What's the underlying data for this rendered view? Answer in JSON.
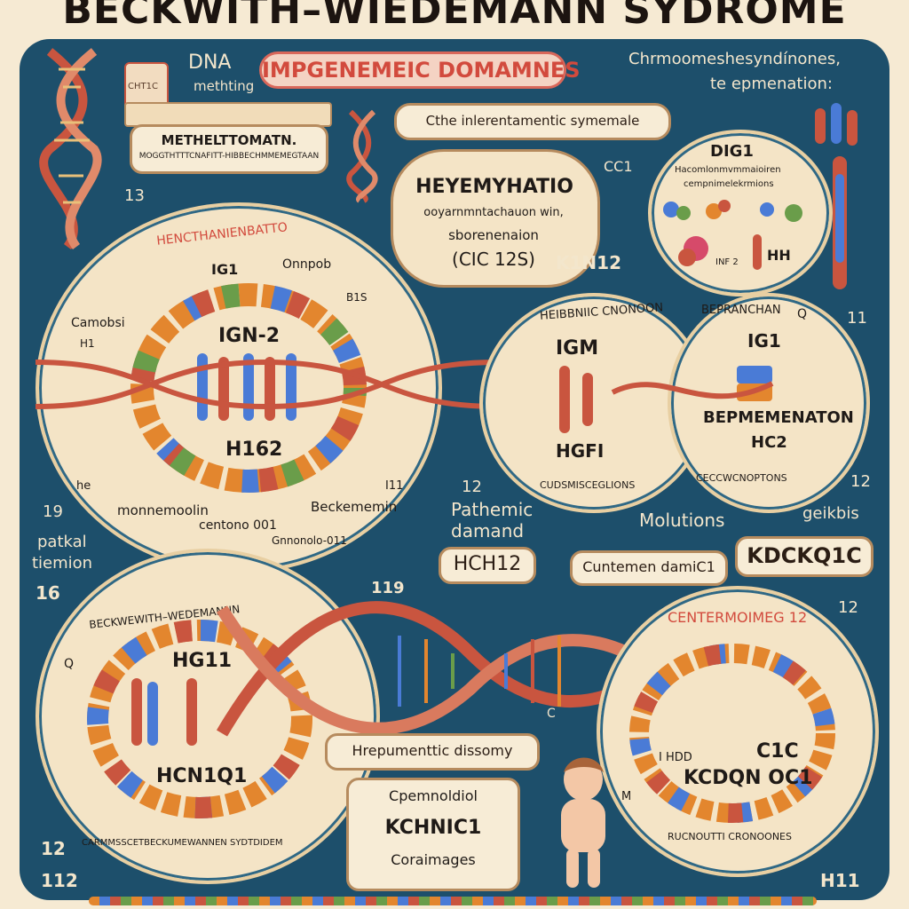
{
  "title": "BECKWITH–WIEDEMANN SYDROME",
  "header": {
    "dna_label": "DNA",
    "dna_sublabel": "methting",
    "pill": "IMPGENEMEIC DOMAMNES",
    "top_right_line1": "Chrmoomeshesyndínones,",
    "top_right_line2": "te epmenation:"
  },
  "top_left": {
    "tag": "CHT1C",
    "box_title": "METHELTTOMATN.",
    "box_sub": "MOGGTHTTTCNAFITT-HIBBECHMMEMEGTAAN"
  },
  "center_top": {
    "banner": "Cthe inlerentamentic symemale",
    "bubble_title": "HEYEMYHATIO",
    "bubble_line1": "ooyarnmntachauon win,",
    "bubble_line2": "sborenenaion",
    "bubble_line3": "(CIC 12S)",
    "cc1": "CC1",
    "kin12": "K1N12"
  },
  "top_right_circle": {
    "title": "DIG1",
    "line1": "Hacomlonmvmmaioiren",
    "line2": "cempnimelekrmions",
    "hh": "HH",
    "inf2": "INF 2"
  },
  "left_circle": {
    "arc": "HENCTHANIENBATTO",
    "ig1": "IG1",
    "onnpob": "Onnpob",
    "b13": "B1S",
    "camobsi": "Camobsi",
    "h1": "H1",
    "ign2": "IGN-2",
    "h162": "H162",
    "he": "he",
    "i11": "I11",
    "monnemoolin": "monnemoolin",
    "beckememin": "Beckememin",
    "centono": "centono 001",
    "gnnonolo": "Gnnonolo-011"
  },
  "middle_circle": {
    "arc": "HEIBBNIIC CNONOON",
    "igm": "IGM",
    "hgfi": "HGFI",
    "bottom": "CUDSMISCEGLIONS"
  },
  "right_circle": {
    "arc": "BEPRANCHAN",
    "q": "Q",
    "ig1": "IG1",
    "line1": "BEPMEMENATON",
    "line2": "HC2",
    "bottom": "CECCWCNOPTONS"
  },
  "middle_labels": {
    "n13": "13",
    "n11": "11",
    "n19": "19",
    "patkal": "patkal",
    "tiemion": "tiemion",
    "n16": "16",
    "n12": "12",
    "pathemic": "Pathemic",
    "damand": "damand",
    "hch12": "HCH12",
    "n119": "119",
    "molutions": "Molutions",
    "geikis": "geikbis",
    "n12b": "12",
    "kdckq1c": "KDCKQ1C",
    "n12c": "12",
    "cuntemen": "Cuntemen damiC1"
  },
  "bottom_left_circle": {
    "arc": "BECKWEWITH–WEDEMANNN",
    "q": "Q",
    "hg11": "HG11",
    "hcn1q1": "HCN1Q1",
    "bottom": "CARMMSSCETBECKUMEWANNEN SYDTDIDEM"
  },
  "bottom_right_circle": {
    "arc": "CENTERMOIMEG 12",
    "lid": "I HDD",
    "c1c": "C1C",
    "kcdqn": "KCDQN OC1",
    "m": "M",
    "bottom": "RUCNOUTTI CRONOONES"
  },
  "bottom_center": {
    "upd": "Hrepumenttic dissomy",
    "c": "C",
    "box_line1": "Cpemnoldiol",
    "box_line2": "KCHNIC1",
    "box_line3": "Coraimages"
  },
  "footer_numbers": {
    "n12": "12",
    "n112": "112",
    "h11": "H11"
  },
  "colors": {
    "panel": "#1d4f6b",
    "cream": "#f4e4c6",
    "dna_red": "#c9553f",
    "pill_red": "#d24a3d"
  }
}
